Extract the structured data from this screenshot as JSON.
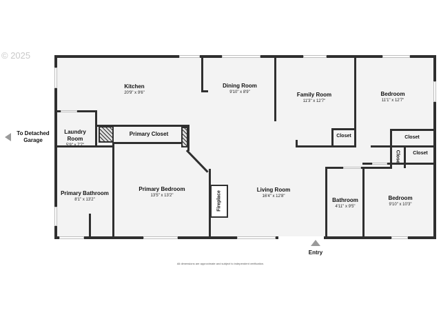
{
  "copyright": "© 2025",
  "disclaimer": "All dimensions are approximate and subject to independent verification.",
  "labels": {
    "detached_garage_line1": "To Detached",
    "detached_garage_line2": "Garage",
    "entry": "Entry"
  },
  "rooms": {
    "kitchen": {
      "name": "Kitchen",
      "dims": "20'9\" x 9'6\""
    },
    "dining_room": {
      "name": "Dining Room",
      "dims": "9'10\" x 8'9\""
    },
    "family_room": {
      "name": "Family Room",
      "dims": "11'3\" x 12'7\""
    },
    "bedroom_ne": {
      "name": "Bedroom",
      "dims": "11'1\" x 12'7\""
    },
    "laundry_room": {
      "name_line1": "Laundry",
      "name_line2": "Room",
      "dims": "5'9\" x 7'7\""
    },
    "primary_closet": {
      "name": "Primary Closet"
    },
    "primary_bathroom": {
      "name": "Primary Bathroom",
      "dims": "8'1\" x 13'2\""
    },
    "primary_bedroom": {
      "name": "Primary Bedroom",
      "dims": "13'5\" x 13'2\""
    },
    "living_room": {
      "name": "Living Room",
      "dims": "16'4\" x 12'8\""
    },
    "fireplace": {
      "name": "Fireplace"
    },
    "bathroom": {
      "name": "Bathroom",
      "dims": "4'11\" x 9'5\""
    },
    "bedroom_se": {
      "name": "Bedroom",
      "dims": "9'10\" x 10'3\""
    },
    "closet_family": {
      "name": "Closet"
    },
    "closet_bedroom_ne": {
      "name": "Closet"
    },
    "closet_vertical": {
      "name": "Closet"
    },
    "closet_hall": {
      "name": "Closet"
    }
  },
  "colors": {
    "wall": "#2f2f2f",
    "floor": "#f3f3f3",
    "window": "#ffffff"
  }
}
